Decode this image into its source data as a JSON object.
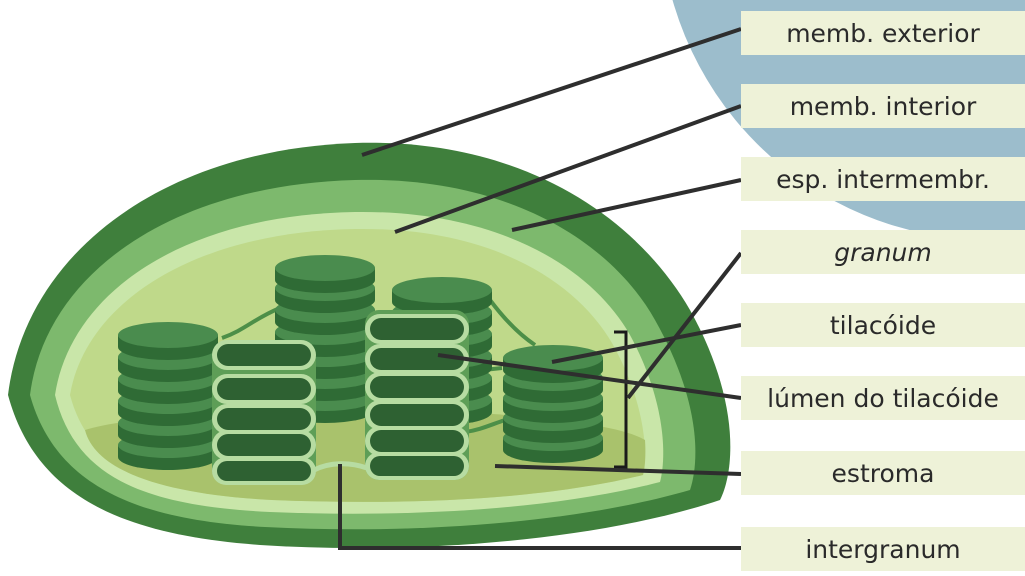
{
  "labels": {
    "outer_membrane": "memb. exterior",
    "inner_membrane": "memb. interior",
    "intermembrane_space": "esp. intermembr.",
    "granum": "granum",
    "thylakoid": "tilacóide",
    "thylakoid_lumen": "lúmen do tilacóide",
    "stroma": "estroma",
    "intergranum": "intergranum"
  },
  "colors": {
    "outer_membrane": "#3f7f3c",
    "intermembrane_space": "#79b86a",
    "inner_membrane": "#c9e6a9",
    "stroma": "#a9c977",
    "thylakoid": "#3f7d45",
    "lumen": "#2e6132",
    "label_background": "#eef2d8",
    "background_circle": "#9cbdcc"
  }
}
